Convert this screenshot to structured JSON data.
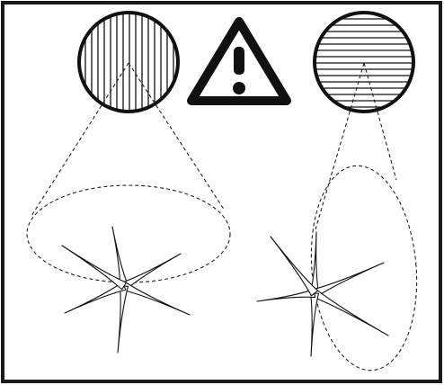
{
  "colors": {
    "ink": "#111111",
    "background": "#ffffff",
    "frame": "#1a1a1a"
  },
  "panels": [
    {
      "name": "left",
      "filter_lens": {
        "icon": "vertical-line-grating-icon",
        "hatch_direction": "vertical"
      },
      "beam_shape": "horizontal-ellipse",
      "star": {
        "icon": "star-burst-icon",
        "spike_count": 6,
        "spread": "horizontal"
      }
    },
    {
      "name": "right",
      "filter_lens": {
        "icon": "horizontal-line-grating-icon",
        "hatch_direction": "horizontal"
      },
      "beam_shape": "vertical-ellipse",
      "star": {
        "icon": "star-burst-icon",
        "spike_count": 6,
        "spread": "vertical"
      }
    }
  ],
  "warning": {
    "icon": "warning-triangle-icon",
    "symbol": "!"
  }
}
